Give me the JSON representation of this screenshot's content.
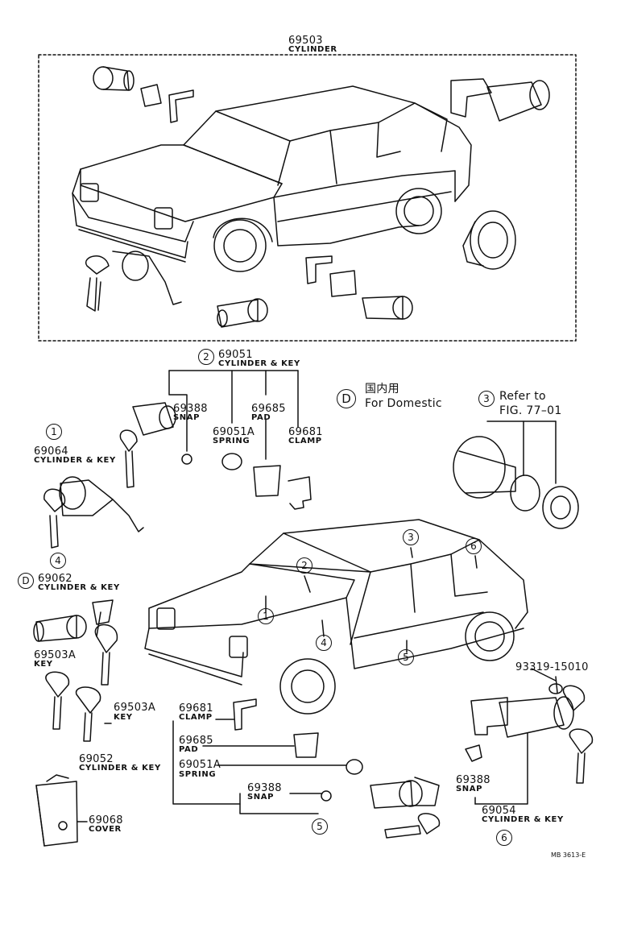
{
  "top": {
    "part_no": "69503",
    "name": "CYLINDER"
  },
  "groups": {
    "g2_number": "69051",
    "g2_name": "CYLINDER & KEY",
    "snap_no": "69388",
    "snap_name": "SNAP",
    "pad_no": "69685",
    "pad_name": "PAD",
    "spring_no": "69051A",
    "spring_name": "SPRING",
    "clamp_no": "69681",
    "clamp_name": "CLAMP"
  },
  "legend": {
    "letter": "D",
    "jp": "国内用",
    "en": "For Domestic"
  },
  "refer": {
    "line1": "Refer to",
    "line2": "FIG. 77–01"
  },
  "g1": {
    "number": "69064",
    "name": "CYLINDER & KEY"
  },
  "g4": {
    "number": "69062",
    "name": "CYLINDER & KEY"
  },
  "key_left": {
    "number": "69503A",
    "name": "KEY"
  },
  "key_right": {
    "number": "69503A",
    "name": "KEY"
  },
  "g5_list": {
    "cyl_no": "69052",
    "cyl_name": "CYLINDER & KEY",
    "clamp_no": "69681",
    "clamp_name": "CLAMP",
    "pad_no": "69685",
    "pad_name": "PAD",
    "spring_no": "69051A",
    "spring_name": "SPRING",
    "snap_no": "69388",
    "snap_name": "SNAP"
  },
  "cover": {
    "number": "69068",
    "name": "COVER"
  },
  "g6": {
    "bolt_no": "93319-15010",
    "snap_no": "69388",
    "snap_name": "SNAP",
    "cyl_no": "69054",
    "cyl_name": "CYLINDER & KEY"
  },
  "callouts": [
    "1",
    "2",
    "3",
    "4",
    "5",
    "6",
    "D"
  ],
  "code": "MB 3613-E"
}
